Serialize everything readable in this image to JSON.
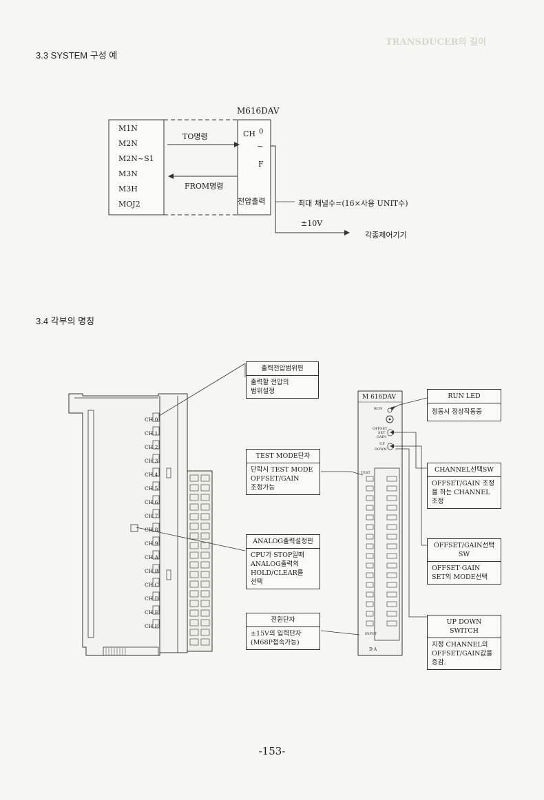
{
  "header_ghost": "TRANSDUCER의 길이",
  "section_33": {
    "title": "3.3  SYSTEM 구성 예"
  },
  "diagram1": {
    "module_title": "M616DAV",
    "cpu_list": [
      "M1N",
      "M2N",
      "M2N~S1",
      "M3N",
      "M3H",
      "MOJ2"
    ],
    "to_cmd": "TO명령",
    "from_cmd": "FROM명령",
    "ch_label": "CH",
    "ch_start": "0",
    "ch_tilde": "~",
    "ch_end": "F",
    "voltage_out": "전압출력",
    "max_channels": "최대 채널수=(16×사용 UNIT수)",
    "voltage": "±10V",
    "controllers": "각종제어기기"
  },
  "section_34": {
    "title": "3.4  각부의 명칭"
  },
  "callouts": {
    "range": {
      "head": "출력전압범위편",
      "body": "출력할 전압의\n범위설정"
    },
    "test": {
      "head": "TEST MODE단자",
      "body": "단락시 TEST MODE\nOFFSET/GAIN\n조정가능"
    },
    "analog": {
      "head": "ANALOG출력설정핀",
      "body": "CPU가 STOP일때\nANALOG출력의\nHOLD/CLEAR를\n선택"
    },
    "power": {
      "head": "전원단자",
      "body": "±15V의 입력단자\n(M68P접속가능)"
    },
    "run_led": {
      "head": "RUN LED",
      "body": "정동시  정상작동중"
    },
    "channel_sw": {
      "head": "CHANNEL선택SW",
      "body": "OFFSET/GAIN 조정\n을 하는 CHANNEL\n조정"
    },
    "offset_sw": {
      "head": "OFFSET/GAIN선택SW",
      "body": "OFFSET·GAIN\nSET의 MODE선택"
    },
    "updown": {
      "head": "UP DOWN SWITCH",
      "body": "지정 CHANNEL의\nOFFSET/GAIN값을\n증감."
    }
  },
  "module_front": {
    "title": "M 616DAV",
    "run": "RUN",
    "offset": "OFFSET",
    "set": "SET",
    "gain": "GAIN",
    "up": "UP",
    "down": "DOWN",
    "test": "TEST",
    "input": "INPUT",
    "bottom": "D·A"
  },
  "side_channels": [
    "CH 0",
    "CH 1",
    "CH 2",
    "CH 3",
    "CH 4",
    "CH 5",
    "CH 6",
    "CH 7",
    "CH 8",
    "CH 9",
    "CH A",
    "CH B",
    "CH C",
    "CH D",
    "CH E",
    "CH F"
  ],
  "page_number": "-153-"
}
